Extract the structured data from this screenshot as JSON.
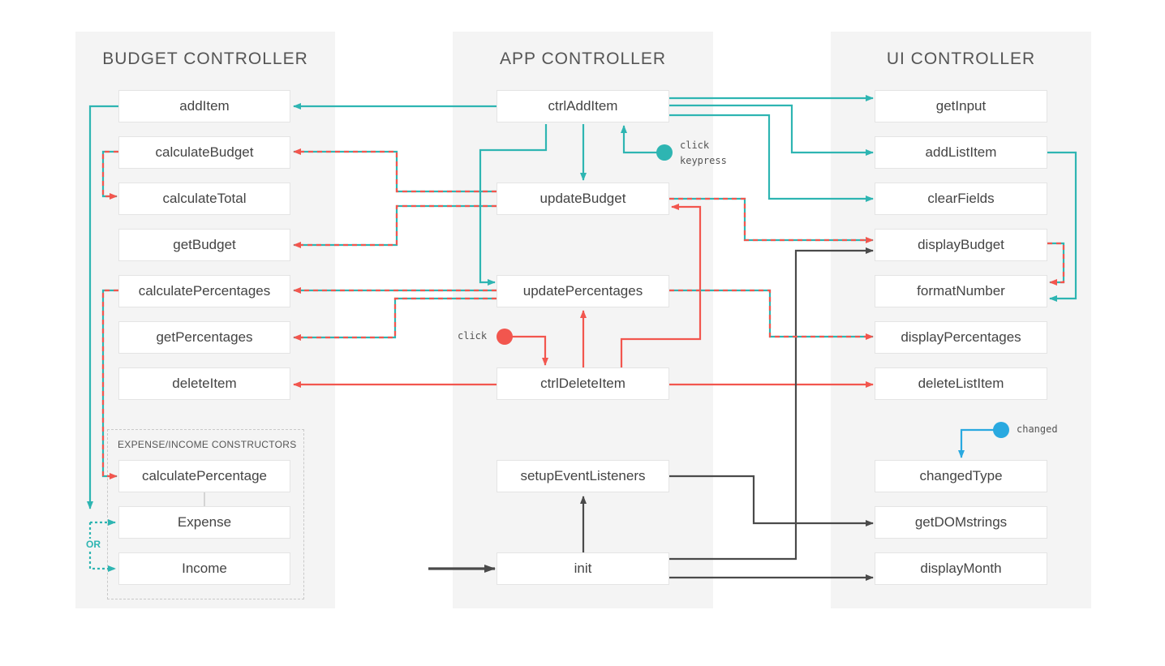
{
  "panels": {
    "budget": "BUDGET CONTROLLER",
    "app": "APP CONTROLLER",
    "ui": "UI CONTROLLER"
  },
  "budget_items": [
    "addItem",
    "calculateBudget",
    "calculateTotal",
    "getBudget",
    "calculatePercentages",
    "getPercentages",
    "deleteItem"
  ],
  "constructors": {
    "title": "EXPENSE/INCOME CONSTRUCTORS",
    "items": [
      "calculatePercentage",
      "Expense",
      "Income"
    ],
    "or_label": "OR"
  },
  "app_items": [
    "ctrlAddItem",
    "updateBudget",
    "updatePercentages",
    "ctrlDeleteItem",
    "setupEventListeners",
    "init"
  ],
  "ui_items": [
    "getInput",
    "addListItem",
    "clearFields",
    "displayBudget",
    "formatNumber",
    "displayPercentages",
    "deleteListItem",
    "changedType",
    "getDOMstrings",
    "displayMonth"
  ],
  "events": {
    "click_keypress": [
      "click",
      "keypress"
    ],
    "click": "click",
    "changed": "changed"
  },
  "colors": {
    "teal": "#2eb5b2",
    "red": "#f2564e",
    "dark": "#4a4a4a",
    "blue": "#29a9e0",
    "panel": "#f4f4f4"
  }
}
